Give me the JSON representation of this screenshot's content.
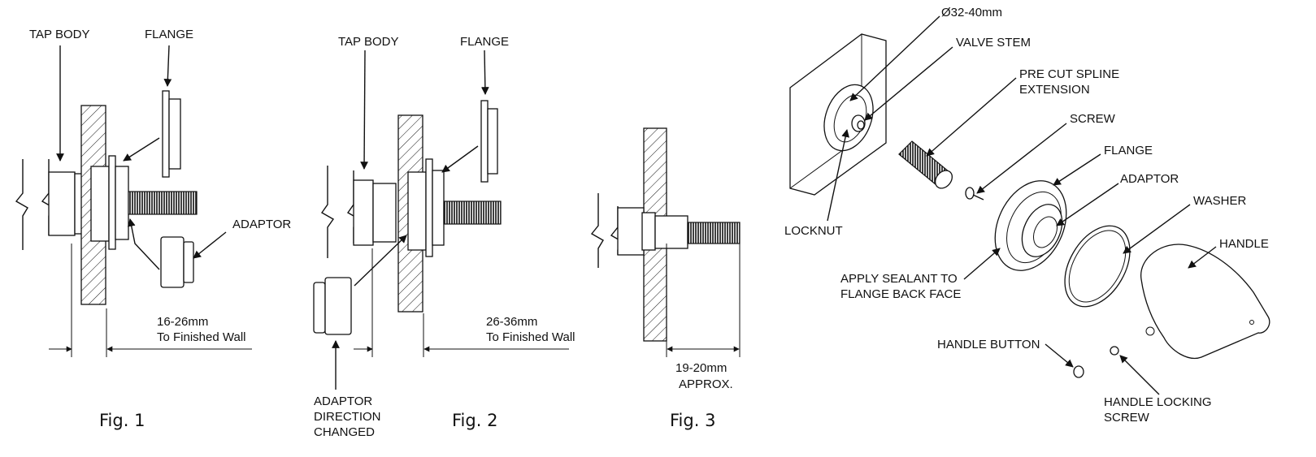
{
  "fig1": {
    "caption": "Fig. 1",
    "tap_body": "TAP BODY",
    "flange": "FLANGE",
    "adaptor": "ADAPTOR",
    "dim_value": "16-26mm",
    "dim_note": "To Finished Wall"
  },
  "fig2": {
    "caption": "Fig. 2",
    "tap_body": "TAP BODY",
    "flange": "FLANGE",
    "dim_value": "26-36mm",
    "dim_note": "To Finished Wall",
    "adaptor_note_1": "ADAPTOR",
    "adaptor_note_2": "DIRECTION",
    "adaptor_note_3": "CHANGED"
  },
  "fig3": {
    "caption": "Fig. 3",
    "dim_value": "19-20mm",
    "dim_note": "APPROX."
  },
  "exploded": {
    "diameter": "Ø32-40mm",
    "valve_stem": "VALVE STEM",
    "spline_1": "PRE CUT SPLINE",
    "spline_2": "EXTENSION",
    "screw": "SCREW",
    "flange": "FLANGE",
    "adaptor": "ADAPTOR",
    "washer": "WASHER",
    "handle": "HANDLE",
    "locknut": "LOCKNUT",
    "sealant_1": "APPLY SEALANT TO",
    "sealant_2": "FLANGE BACK FACE",
    "handle_button": "HANDLE BUTTON",
    "locking_1": "HANDLE LOCKING",
    "locking_2": "SCREW"
  }
}
